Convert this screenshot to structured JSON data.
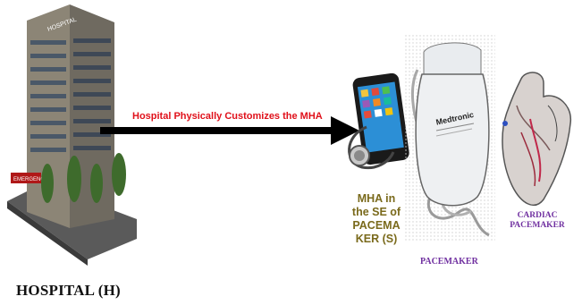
{
  "hospital": {
    "label": "HOSPITAL (H)",
    "sign_text": "HOSPITAL",
    "emergency_sign": "EMERGENCY"
  },
  "arrow": {
    "label": "Hospital Physically Customizes the MHA",
    "label_color": "#e0101a"
  },
  "mha": {
    "label": "MHA in\nthe SE of\nPACEMA\nKER (S)",
    "label_color": "#7a6a1c",
    "icon": "smartphone-stethoscope-icon"
  },
  "pacemaker": {
    "label": "PACEMAKER",
    "brand": "Medtronic",
    "label_color": "#7030a0"
  },
  "cardiac": {
    "label": "CARDIAC\nPACEMAKER",
    "label_color": "#7030a0"
  }
}
